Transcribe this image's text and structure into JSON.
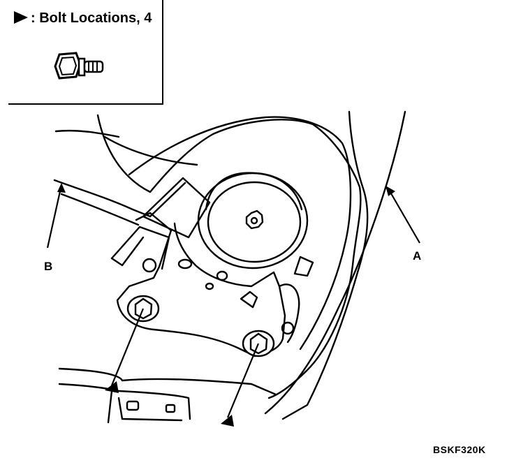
{
  "legend": {
    "text": ": Bolt Locations, 4",
    "symbol_icon": "filled-triangle-arrow",
    "bolt_icon": "flange-bolt"
  },
  "callouts": {
    "a": "A",
    "b": "B"
  },
  "reference_code": "BSKF320K"
}
